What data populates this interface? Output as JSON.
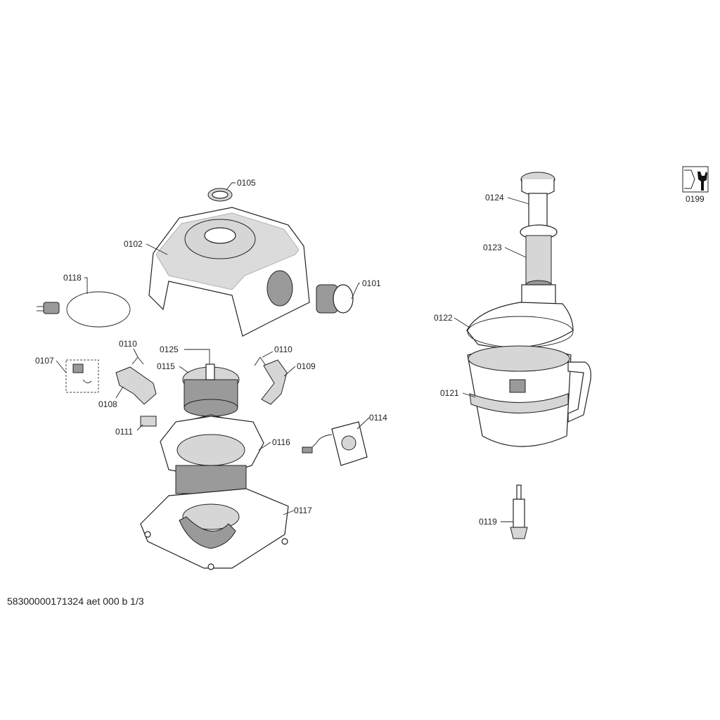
{
  "document_code": "58300000171324 aet 000 b 1/3",
  "service_icon": {
    "name": "nut-and-wrench-icon",
    "label": "0199"
  },
  "parts": [
    {
      "id": "0105"
    },
    {
      "id": "0102"
    },
    {
      "id": "0118"
    },
    {
      "id": "0101"
    },
    {
      "id": "0110"
    },
    {
      "id": "0125"
    },
    {
      "id": "0110"
    },
    {
      "id": "0107"
    },
    {
      "id": "0115"
    },
    {
      "id": "0109"
    },
    {
      "id": "0108"
    },
    {
      "id": "0111"
    },
    {
      "id": "0114"
    },
    {
      "id": "0116"
    },
    {
      "id": "0117"
    },
    {
      "id": "0124"
    },
    {
      "id": "0123"
    },
    {
      "id": "0122"
    },
    {
      "id": "0121"
    },
    {
      "id": "0119"
    }
  ]
}
